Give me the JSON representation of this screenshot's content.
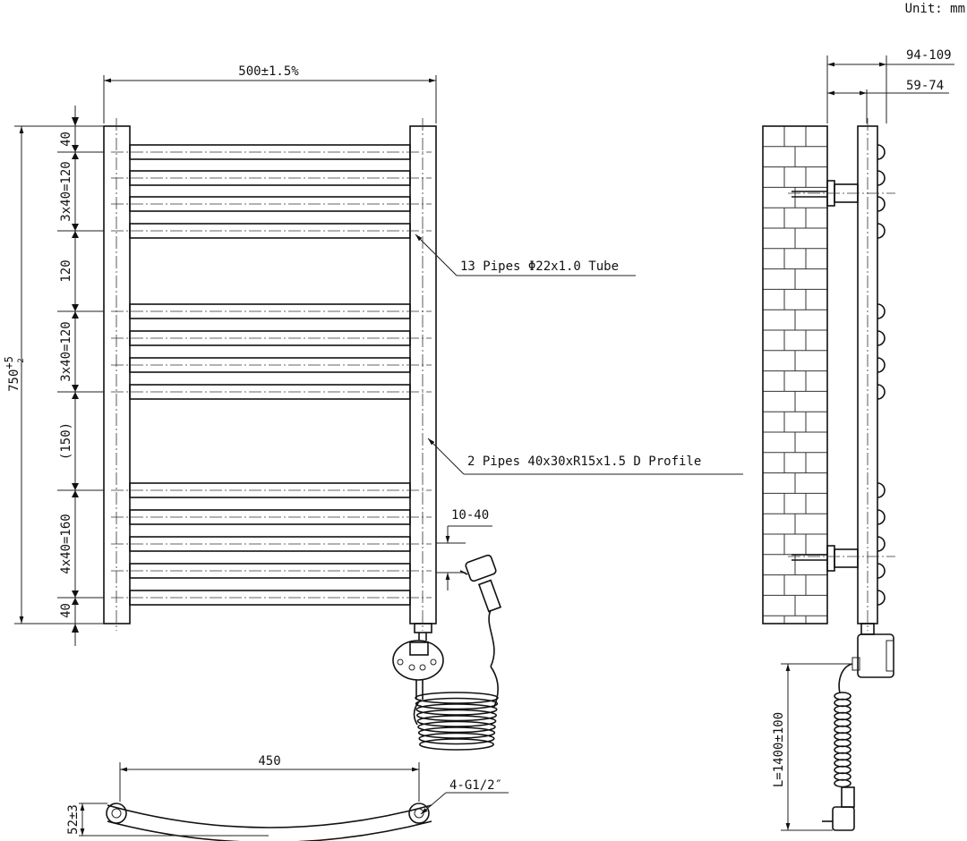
{
  "unit_label": "Unit: mm",
  "front_view": {
    "width_label": "500±1.5%",
    "height_main": "750",
    "height_sup": "+5",
    "height_sub": "-2",
    "segment_labels": [
      "40",
      "3x40=120",
      "120",
      "3x40=120",
      "(150)",
      "4x40=160",
      "40"
    ]
  },
  "callouts": {
    "pipes": "13 Pipes Φ22x1.0 Tube",
    "profile": "2 Pipes 40x30xR15x1.5  D  Profile",
    "offset": "10-40"
  },
  "side_view": {
    "depth_outer": "94-109",
    "depth_inner": "59-74",
    "cable_length": "L=1400±100"
  },
  "bottom_view": {
    "width_label": "450",
    "height_label": "52±3",
    "thread_label": "4-G1/2″"
  }
}
